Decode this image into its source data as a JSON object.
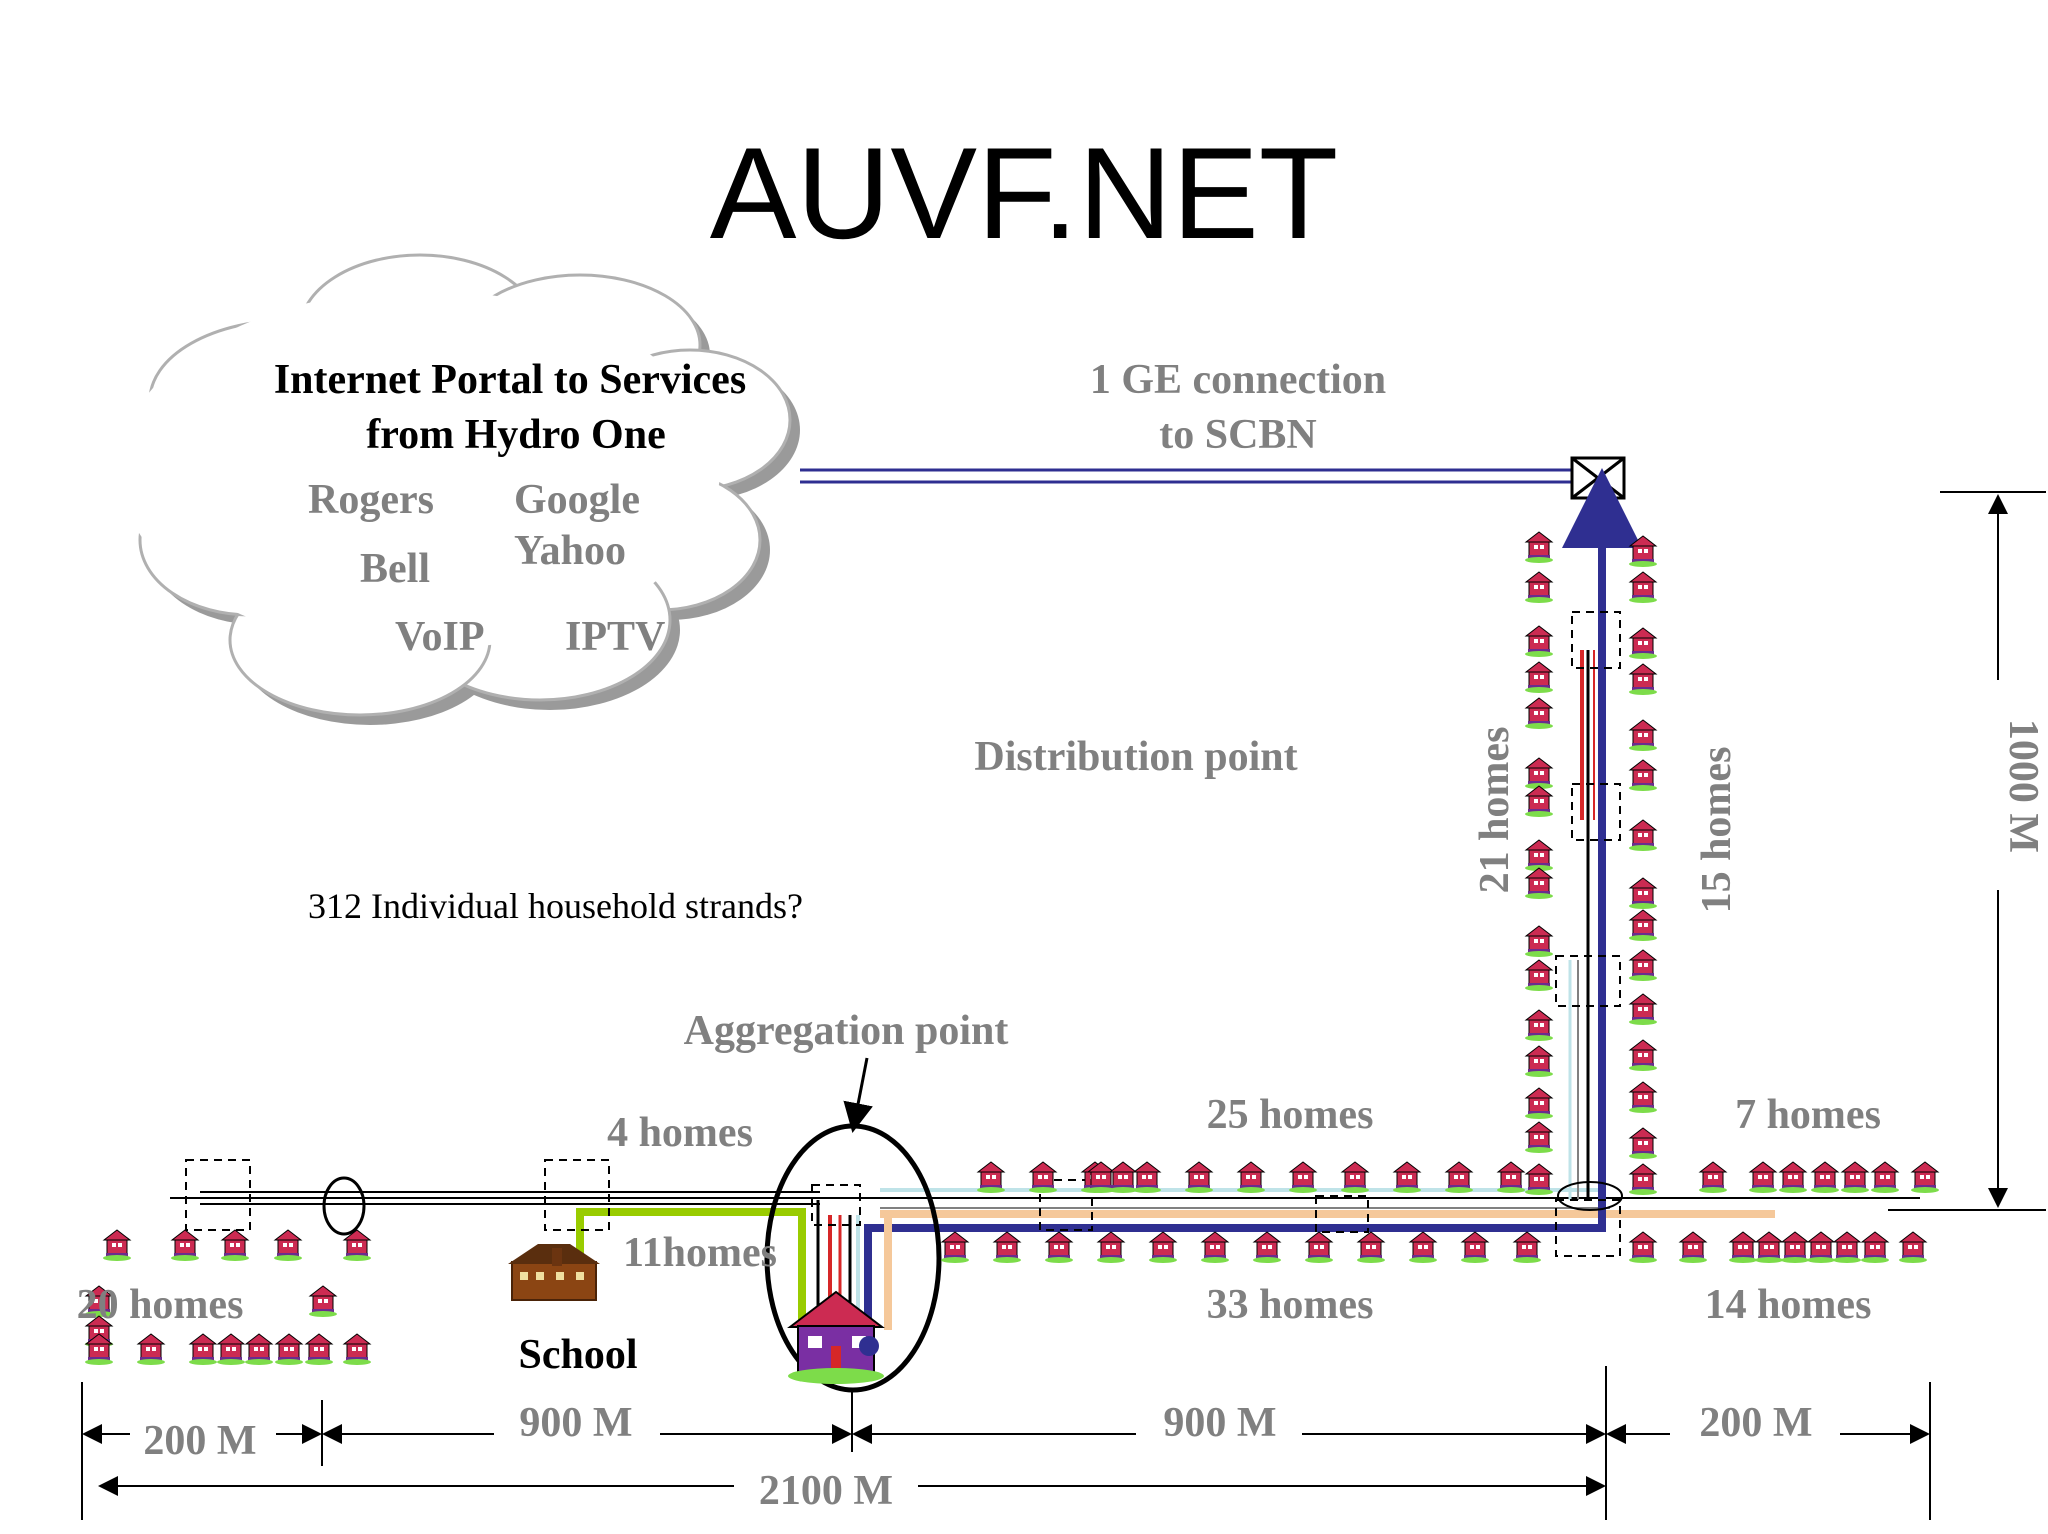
{
  "title": "AUVF.NET",
  "cloud": {
    "title_line1": "Internet Portal to Services",
    "title_line2": "from Hydro One",
    "services": [
      "Rogers",
      "Google",
      "Yahoo",
      "Bell",
      "VoIP",
      "IPTV"
    ]
  },
  "labels": {
    "ge_line1": "1 GE connection",
    "ge_line2": "to SCBN",
    "distribution": "Distribution point",
    "strands": "312 Individual  household strands?",
    "aggregation": "Aggregation point",
    "school": "School"
  },
  "home_groups": {
    "west_20": "20 homes",
    "school_4": "4 homes",
    "hub_11": "11homes",
    "top_25": "25 homes",
    "bottom_33": "33 homes",
    "east_7": "7 homes",
    "east_14": "14 homes",
    "north_21": "21 homes",
    "north_15": "15 homes"
  },
  "dimensions": {
    "west": "200 M",
    "school_span": "900 M",
    "main_span": "900 M",
    "east": "200 M",
    "total": "2100 M",
    "vertical": "1000 M"
  },
  "colors": {
    "trunk_blue": "#2f2f91",
    "green_strand": "#99cc00",
    "red_strand": "#d62728",
    "peach_strand": "#f5c89a",
    "light_blue_strand": "#bfe3e8",
    "house_roof": "#cc2b52",
    "house_body": "#6a2b8f",
    "label_gray": "#808080"
  }
}
